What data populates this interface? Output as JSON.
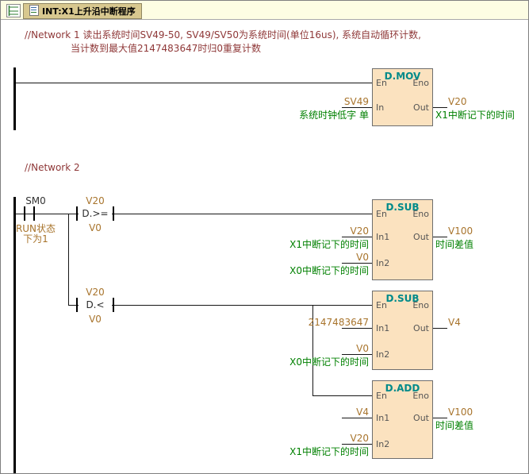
{
  "colors": {
    "block_fill": "#FBE2BF",
    "block_title": "#008A8A",
    "operand": "#A8742C",
    "description": "#008000",
    "comment": "#8F3838",
    "tab_bar_bg": "#FDFDE3",
    "tab_bg": "#D8C88F"
  },
  "tab": {
    "title": "INT:X1上升沿中断程序"
  },
  "pins": {
    "en": "En",
    "eno": "Eno",
    "in": "In",
    "in1": "In1",
    "in2": "In2",
    "out": "Out"
  },
  "network1": {
    "comment_line1": "//Network 1 读出系统时间SV49-50, SV49/SV50为系统时间(单位16us), 系统自动循环计数,",
    "comment_line2": "当计数到最大值2147483647时归0重复计数",
    "mov": {
      "title": "D.MOV",
      "in_operand": "SV49",
      "in_desc": "系统时钟低字 单",
      "out_operand": "V20",
      "out_desc": "X1中断记下的时间"
    }
  },
  "network2": {
    "comment": "//Network 2",
    "sm0": {
      "label": "SM0",
      "desc1": "RUN状态",
      "desc2": "下为1"
    },
    "cmp_ge": {
      "top": "V20",
      "op": "D.>=",
      "bottom": "V0"
    },
    "cmp_lt": {
      "top": "V20",
      "op": "D.<",
      "bottom": "V0"
    },
    "sub1": {
      "title": "D.SUB",
      "in1_operand": "V20",
      "in1_desc": "X1中断记下的时间",
      "in2_operand": "V0",
      "in2_desc": "X0中断记下的时间",
      "out_operand": "V100",
      "out_desc": "时间差值"
    },
    "sub2": {
      "title": "D.SUB",
      "in1_operand": "2147483647",
      "in2_operand": "V0",
      "in2_desc": "X0中断记下的时间",
      "out_operand": "V4"
    },
    "add": {
      "title": "D.ADD",
      "in1_operand": "V4",
      "in2_operand": "V20",
      "in2_desc": "X1中断记下的时间",
      "out_operand": "V100",
      "out_desc": "时间差值"
    }
  }
}
